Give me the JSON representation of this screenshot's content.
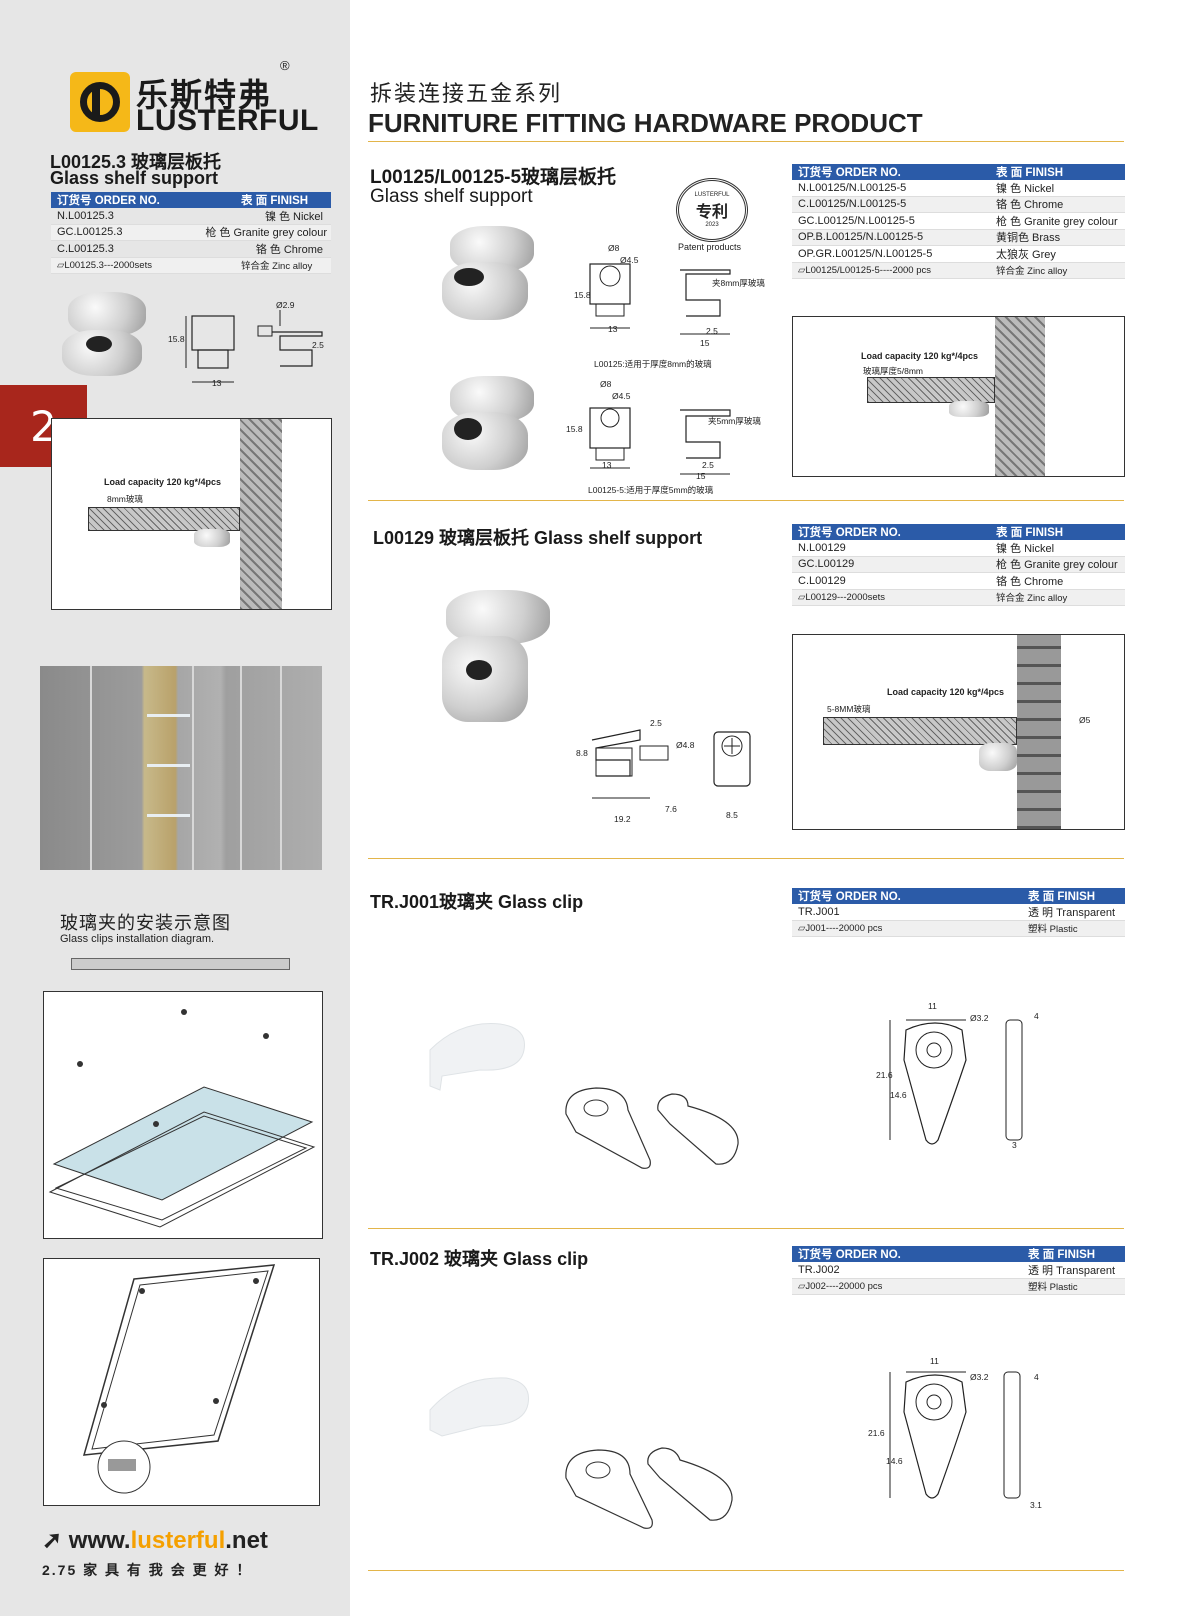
{
  "brand": {
    "name_cn": "乐斯特弗",
    "name_en": "LUSTERFUL",
    "reg_mark": "®",
    "website_prefix": "www.",
    "website_domain": "lusterful",
    "website_suffix": ".net",
    "slogan": "2.75 家 具 有 我 会 更 好 ！",
    "brand_color": "#f5b818",
    "accent_color": "#2b5ba8"
  },
  "header": {
    "title_cn": "拆装连接五金系列",
    "title_en": "FURNITURE FITTING HARDWARE PRODUCT"
  },
  "page_tab": "2",
  "table_header": {
    "order": "订货号 ORDER NO.",
    "finish": "表 面 FINISH"
  },
  "products": {
    "l00125_3": {
      "title_cn": "L00125.3  玻璃层板托",
      "title_en": "Glass shelf support",
      "rows": [
        {
          "order": "N.L00125.3",
          "finish": "镍 色 Nickel"
        },
        {
          "order": "GC.L00125.3",
          "finish": "枪 色 Granite grey colour"
        },
        {
          "order": "C.L00125.3",
          "finish": "铬 色 Chrome"
        }
      ],
      "pack": "L00125.3---2000sets",
      "material": "锌合金 Zinc alloy",
      "dims": {
        "d1": "Ø2.9",
        "h": "15.8",
        "w": "13",
        "t": "2.5"
      },
      "load": "Load capacity 120 kg*/4pcs",
      "glass_note": "8mm玻璃"
    },
    "l00125": {
      "title_cn": "L00125/L00125-5玻璃层板托",
      "title_en": "Glass shelf support",
      "patent_cn": "专利",
      "patent_en": "Patent products",
      "patent_brand": "LUSTERFUL",
      "patent_year": "2023",
      "rows": [
        {
          "order": "N.L00125/N.L00125-5",
          "finish": "镍 色 Nickel"
        },
        {
          "order": "C.L00125/N.L00125-5",
          "finish": "铬 色 Chrome"
        },
        {
          "order": "GC.L00125/N.L00125-5",
          "finish": "枪 色 Granite grey colour"
        },
        {
          "order": "OP.B.L00125/N.L00125-5",
          "finish": "黄铜色 Brass"
        },
        {
          "order": "OP.GR.L00125/N.L00125-5",
          "finish": "太狼灰 Grey"
        }
      ],
      "pack": "L00125/L00125-5----2000 pcs",
      "material": "锌合金 Zinc alloy",
      "dims_a": {
        "d8": "Ø8",
        "d45": "Ø4.5",
        "h": "15.8",
        "w": "13",
        "t": "2.5",
        "l": "15",
        "clamp": "夹8mm厚玻璃"
      },
      "dims_b": {
        "d8": "Ø8",
        "d45": "Ø4.5",
        "h": "15.8",
        "w": "13",
        "t": "2.5",
        "l": "15",
        "clamp": "夹5mm厚玻璃"
      },
      "caption_a": "L00125:适用于厚度8mm的玻璃",
      "caption_b": "L00125-5:适用于厚度5mm的玻璃",
      "load": "Load capacity 120 kg*/4pcs",
      "glass_note": "玻璃厚度5/8mm"
    },
    "l00129": {
      "title": "L00129  玻璃层板托 Glass shelf support",
      "rows": [
        {
          "order": "N.L00129",
          "finish": "镍 色 Nickel"
        },
        {
          "order": "GC.L00129",
          "finish": "枪 色 Granite grey colour"
        },
        {
          "order": "C.L00129",
          "finish": "铬 色 Chrome"
        }
      ],
      "pack": "L00129---2000sets",
      "material": "锌合金 Zinc alloy",
      "dims": {
        "t": "2.5",
        "d": "Ø4.8",
        "h": "8.8",
        "l1": "7.6",
        "l2": "19.2",
        "w": "8.5"
      },
      "load": "Load capacity 120 kg*/4pcs",
      "glass_note": "5-8MM玻璃",
      "hole": "Ø5"
    },
    "trj001": {
      "title": "TR.J001玻璃夹  Glass clip",
      "rows": [
        {
          "order": "TR.J001",
          "finish": "透 明 Transparent"
        }
      ],
      "pack": "J001----20000 pcs",
      "material": "塑料 Plastic",
      "dims": {
        "w": "11",
        "d": "Ø3.2",
        "h1": "21.6",
        "h2": "14.6",
        "t1": "4",
        "t2": "3"
      }
    },
    "trj002": {
      "title": "TR.J002 玻璃夹 Glass clip",
      "rows": [
        {
          "order": "TR.J002",
          "finish": "透 明 Transparent"
        }
      ],
      "pack": "J002----20000 pcs",
      "material": "塑料 Plastic",
      "dims": {
        "w": "11",
        "d": "Ø3.2",
        "h1": "21.6",
        "h2": "14.6",
        "t1": "4",
        "t2": "3.1"
      }
    }
  },
  "install": {
    "title_cn": "玻璃夹的安装示意图",
    "title_en": "Glass clips installation diagram."
  }
}
